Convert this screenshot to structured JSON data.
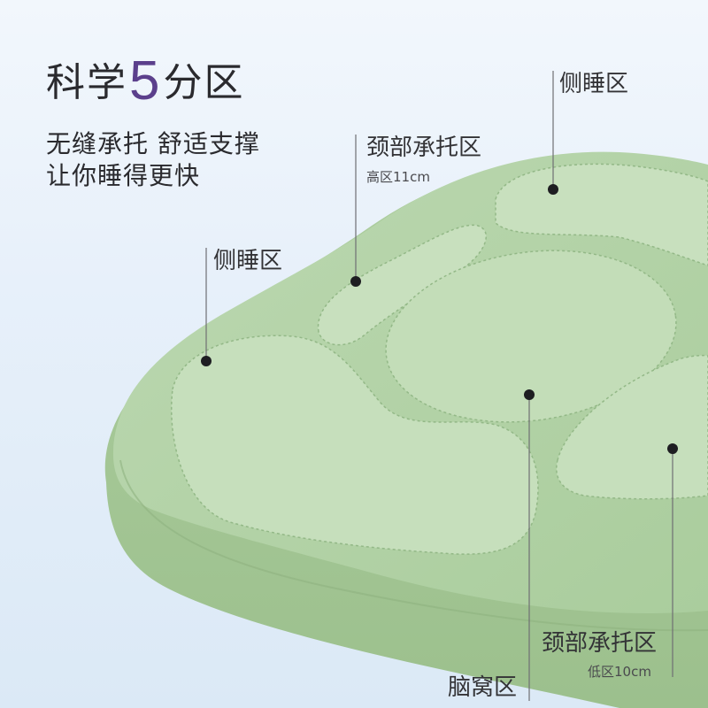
{
  "headline": {
    "prefix": "科学",
    "number": "5",
    "suffix": "分区"
  },
  "subtitle": {
    "line1": "无缝承托 舒适支撑",
    "line2": "让你睡得更快"
  },
  "zones": {
    "side_top_right": {
      "label": "侧睡区"
    },
    "neck_high": {
      "label": "颈部承托区",
      "note": "高区11cm"
    },
    "side_left": {
      "label": "侧睡区"
    },
    "neck_low": {
      "label": "颈部承托区",
      "note": "低区10cm"
    },
    "head_cradle": {
      "label": "脑窝区"
    }
  },
  "colors": {
    "pillow_top": "#b4d3a9",
    "pillow_side": "#a6c899",
    "zone_fill": "#c6dfbc",
    "accent_number": "#5b3f8c",
    "background": "#e7f0fa"
  }
}
